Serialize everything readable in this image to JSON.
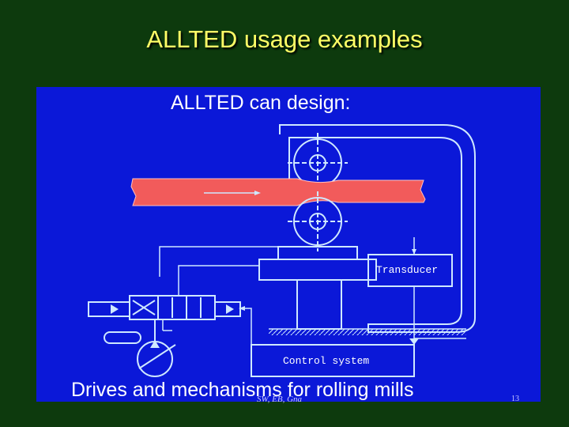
{
  "slide": {
    "title": "ALLTED usage examples",
    "footer": "SW, EB, Gna",
    "page_number": "13"
  },
  "diagram": {
    "heading": "ALLTED can design:",
    "transducer_label": "Transducer",
    "control_label": "Control system",
    "caption": "Drives and mechanisms for rolling mills"
  },
  "colors": {
    "background": "#0d3a0d",
    "title": "#ffff66",
    "panel": "#0b18d8",
    "lines": "#cfe8ff",
    "strip": "#f25b5b"
  }
}
